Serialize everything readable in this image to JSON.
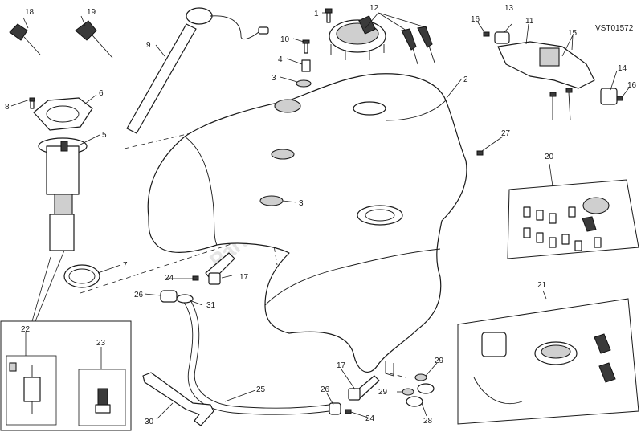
{
  "diagram": {
    "reference_code": "VST01572",
    "watermark": "PartsRepublik",
    "watermark_icon": "gear-icon",
    "callouts": [
      {
        "id": "c1",
        "label": "1"
      },
      {
        "id": "c2",
        "label": "2"
      },
      {
        "id": "c3a",
        "label": "3"
      },
      {
        "id": "c3b",
        "label": "3"
      },
      {
        "id": "c4",
        "label": "4"
      },
      {
        "id": "c5",
        "label": "5"
      },
      {
        "id": "c6",
        "label": "6"
      },
      {
        "id": "c7",
        "label": "7"
      },
      {
        "id": "c8",
        "label": "8"
      },
      {
        "id": "c9",
        "label": "9"
      },
      {
        "id": "c10",
        "label": "10"
      },
      {
        "id": "c11",
        "label": "11"
      },
      {
        "id": "c12",
        "label": "12"
      },
      {
        "id": "c13",
        "label": "13"
      },
      {
        "id": "c14",
        "label": "14"
      },
      {
        "id": "c15",
        "label": "15"
      },
      {
        "id": "c16a",
        "label": "16"
      },
      {
        "id": "c16b",
        "label": "16"
      },
      {
        "id": "c17a",
        "label": "17"
      },
      {
        "id": "c17b",
        "label": "17"
      },
      {
        "id": "c18",
        "label": "18"
      },
      {
        "id": "c19",
        "label": "19"
      },
      {
        "id": "c20",
        "label": "20"
      },
      {
        "id": "c21",
        "label": "21"
      },
      {
        "id": "c22",
        "label": "22"
      },
      {
        "id": "c23",
        "label": "23"
      },
      {
        "id": "c24a",
        "label": "24"
      },
      {
        "id": "c24b",
        "label": "24"
      },
      {
        "id": "c25",
        "label": "25"
      },
      {
        "id": "c26a",
        "label": "26"
      },
      {
        "id": "c26b",
        "label": "26"
      },
      {
        "id": "c27",
        "label": "27"
      },
      {
        "id": "c28",
        "label": "28"
      },
      {
        "id": "c29a",
        "label": "29"
      },
      {
        "id": "c29b",
        "label": "29"
      },
      {
        "id": "c30",
        "label": "30"
      },
      {
        "id": "c31",
        "label": "31"
      }
    ]
  }
}
